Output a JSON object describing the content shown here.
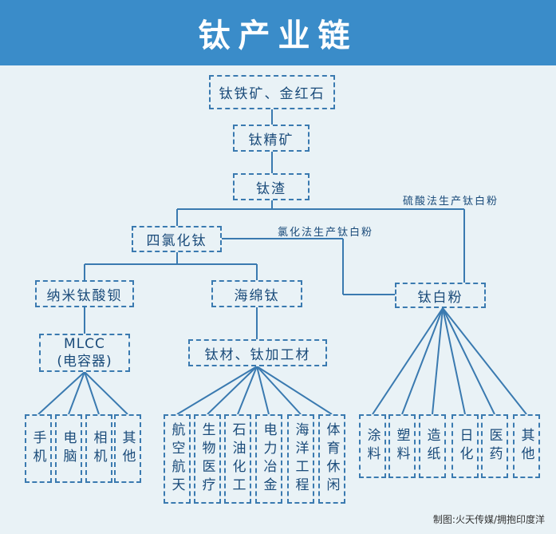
{
  "title": "钛产业链",
  "nodes": {
    "ore": "钛铁矿、金红石",
    "concentrate": "钛精矿",
    "slag": "钛渣",
    "ticl4": "四氯化钛",
    "batio3": "纳米钛酸钡",
    "sponge": "海绵钛",
    "tio2": "钛白粉",
    "mlcc_line1": "MLCC",
    "mlcc_line2": "(电容器)",
    "materials": "钛材、钛加工材"
  },
  "edge_labels": {
    "sulfuric": "硫酸法生产钛白粉",
    "chloride": "氯化法生产钛白粉"
  },
  "mlcc_apps": [
    "手机",
    "电脑",
    "相机",
    "其他"
  ],
  "material_apps": [
    "航空航天",
    "生物医疗",
    "石油化工",
    "电力冶金",
    "海洋工程",
    "体育休闲"
  ],
  "tio2_apps": [
    "涂料",
    "塑料",
    "造纸",
    "日化",
    "医药",
    "其他"
  ],
  "credit": "制图:火天传媒/拥抱印度洋",
  "colors": {
    "header": "#3a8cc9",
    "line": "#3a7ab0",
    "text": "#1a4b7a",
    "background": "#e9f2f6"
  }
}
